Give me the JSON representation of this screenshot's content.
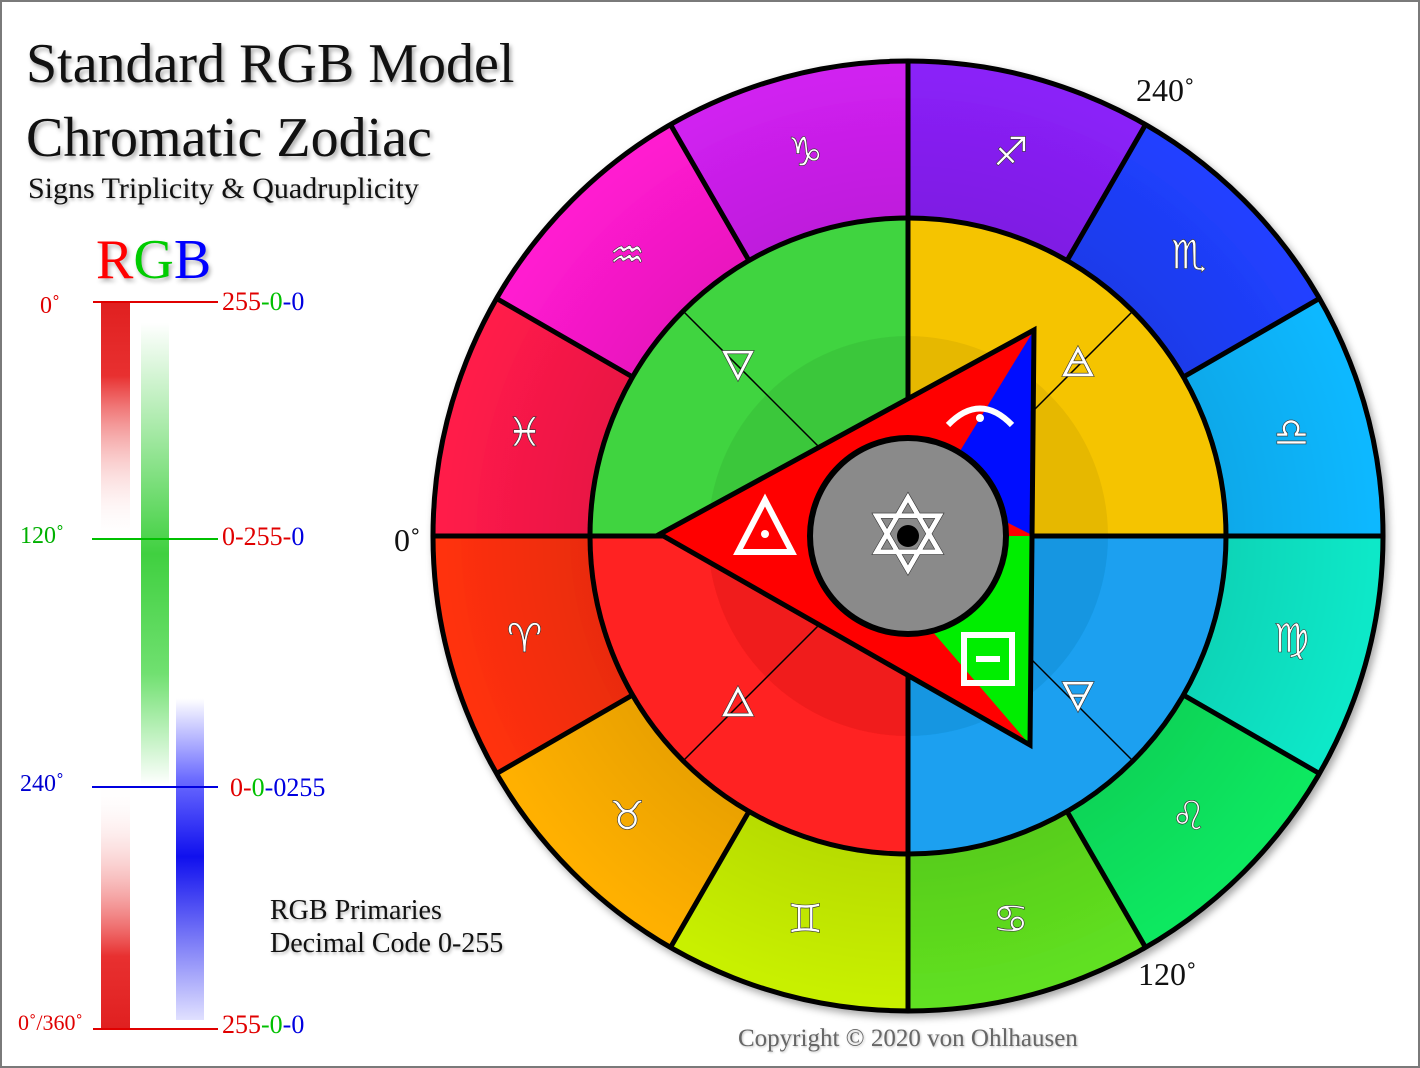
{
  "title_line1": "Standard RGB Model",
  "title_line2": "Chromatic Zodiac",
  "subtitle": "Signs Triplicity & Quadruplicity",
  "rgb_heading": {
    "r": "R",
    "g": "G",
    "b": "B"
  },
  "scale": [
    {
      "degree": "0˚",
      "code": [
        "255",
        "-",
        "0",
        "-",
        "0"
      ]
    },
    {
      "degree": "120˚",
      "code": [
        "0",
        "-",
        "255",
        "-",
        "0"
      ]
    },
    {
      "degree": "240˚",
      "code": [
        "0",
        "-",
        "0",
        "-",
        "0255"
      ]
    },
    {
      "degree": "0˚/360˚",
      "code": [
        "255",
        "-",
        "0",
        "-",
        "0"
      ]
    }
  ],
  "note_line1": "RGB Primaries",
  "note_line2": "Decimal Code 0-255",
  "wheel_angles": {
    "left": "0˚",
    "top": "240˚",
    "bottom": "120˚"
  },
  "copyright": "Copyright © 2020 von Ohlhausen",
  "colors": {
    "red": "#ff0000",
    "green": "#00cc00",
    "blue": "#0000ff",
    "fire": "#ff2020",
    "earth": "#3fd43f",
    "air": "#f5c400",
    "water": "#1aa0f0"
  },
  "zodiac_signs": [
    "♑",
    "♐",
    "♏",
    "♎",
    "♍",
    "♌",
    "♋",
    "♊",
    "♉",
    "♈",
    "♓",
    "♒"
  ],
  "elements": [
    "🜄",
    "🜁",
    "🜂",
    "🜃"
  ],
  "center_symbol": "✡"
}
